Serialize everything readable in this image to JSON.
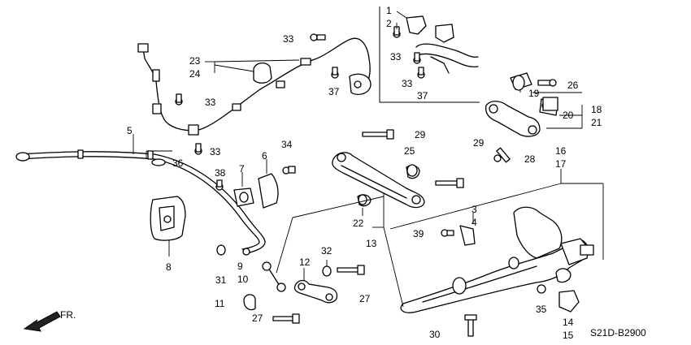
{
  "diagram_code": "S21D-B2900",
  "direction_label": "FR.",
  "callouts": {
    "c1": "1",
    "c2": "2",
    "c3": "3",
    "c4": "4",
    "c5": "5",
    "c6": "6",
    "c7": "7",
    "c8": "8",
    "c9": "9",
    "c10": "10",
    "c11": "11",
    "c12": "12",
    "c13": "13",
    "c14": "14",
    "c15": "15",
    "c16": "16",
    "c17": "17",
    "c18": "18",
    "c19": "19",
    "c20": "20",
    "c21": "21",
    "c22": "22",
    "c23": "23",
    "c24": "24",
    "c25": "25",
    "c26": "26",
    "c27": "27",
    "c28": "28",
    "c29": "29",
    "c30": "30",
    "c31": "31",
    "c32": "32",
    "c33": "33",
    "c34": "34",
    "c35": "35",
    "c36": "36",
    "c37": "37",
    "c38": "38",
    "c39": "39"
  }
}
